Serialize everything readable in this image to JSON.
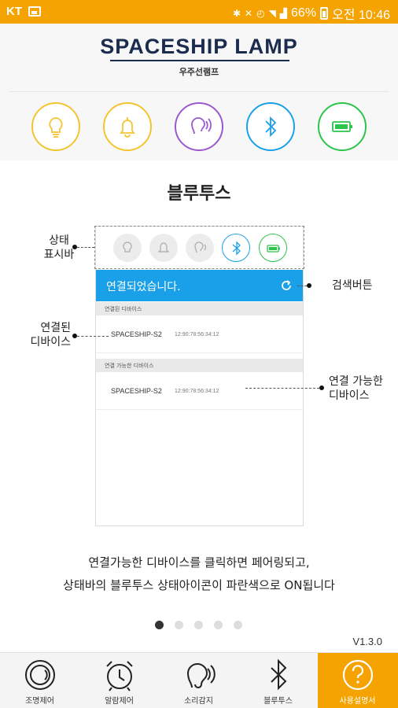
{
  "status_bar": {
    "carrier": "KT",
    "battery": "66%",
    "time": "오전 10:46"
  },
  "header": {
    "logo": "SPACESHIP LAMP",
    "subtitle": "우주선램프",
    "icons": [
      "bulb-icon",
      "bell-icon",
      "ear-icon",
      "bluetooth-icon",
      "battery-icon"
    ]
  },
  "section": {
    "title": "블루투스"
  },
  "mockup": {
    "bar_title": "연결되었습니다.",
    "connected_header": "연결된 디바이스",
    "available_header": "연결 가능한 디바이스",
    "connected_device": {
      "name": "SPACESHIP-S2",
      "mac": "12:90:78:56:34:12"
    },
    "available_device": {
      "name": "SPACESHIP-S2",
      "mac": "12:90:78:56:34:12"
    }
  },
  "callouts": {
    "status_bar_line1": "상태",
    "status_bar_line2": "표시바",
    "search_button": "검색버튼",
    "connected_line1": "연결된",
    "connected_line2": "디바이스",
    "available_line1": "연결 가능한",
    "available_line2": "디바이스"
  },
  "description": {
    "line1": "연결가능한 디바이스를 클릭하면 페어링되고,",
    "line2": "상태바의 블루투스 상태아이콘이 파란색으로 ON됩니다"
  },
  "pager": {
    "pages": 5,
    "current": 1
  },
  "version": "V1.3.0",
  "nav": [
    {
      "label": "조명제어",
      "icon": "light-control-icon"
    },
    {
      "label": "알람제어",
      "icon": "alarm-clock-icon"
    },
    {
      "label": "소리감지",
      "icon": "ear-icon"
    },
    {
      "label": "블루투스",
      "icon": "bluetooth-icon"
    },
    {
      "label": "사용설명서",
      "icon": "help-icon",
      "active": true
    }
  ],
  "colors": {
    "accent": "#f5a300",
    "blue": "#1aa0e8",
    "yellow": "#f4c430",
    "purple": "#9b59d0",
    "green": "#2cc44a"
  }
}
